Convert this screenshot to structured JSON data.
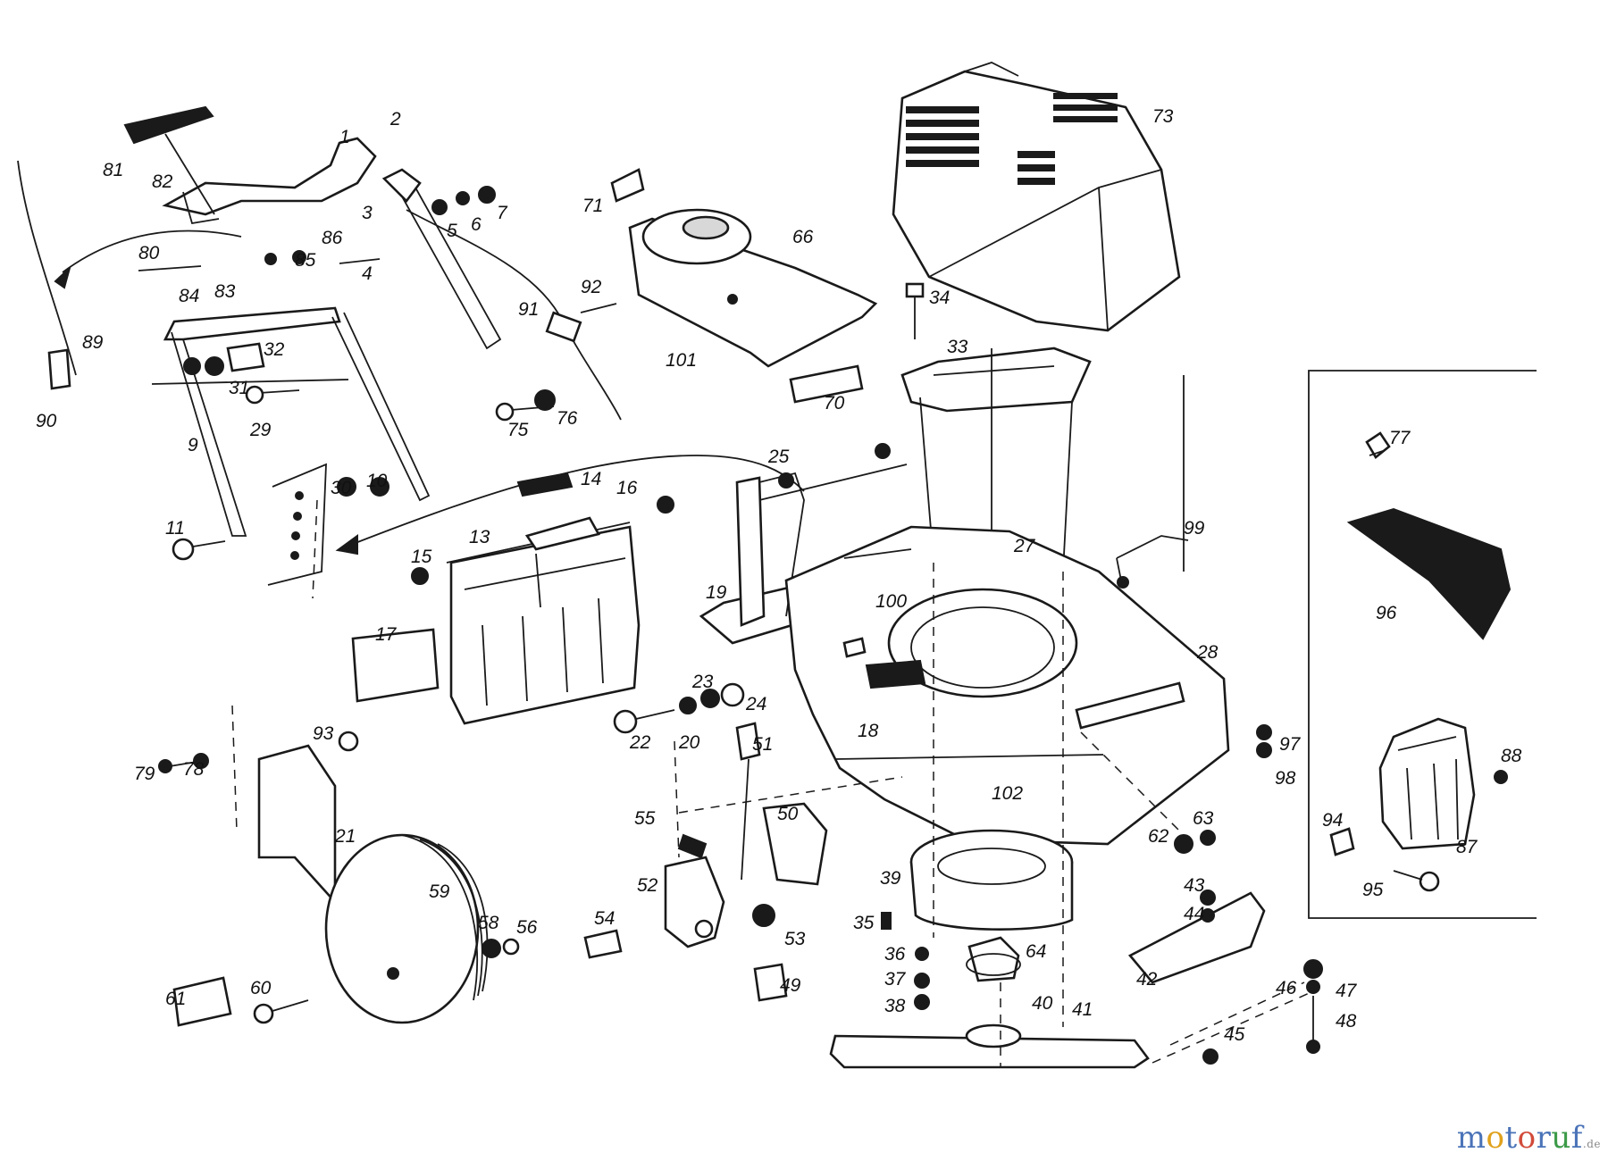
{
  "diagram": {
    "part_labels": [
      "1",
      "2",
      "3",
      "4",
      "5",
      "6",
      "7",
      "9",
      "10",
      "11",
      "13",
      "14",
      "15",
      "16",
      "17",
      "18",
      "19",
      "20",
      "21",
      "22",
      "23",
      "24",
      "25",
      "27",
      "28",
      "29",
      "30",
      "31",
      "32",
      "33",
      "34",
      "35",
      "36",
      "37",
      "38",
      "39",
      "40",
      "41",
      "42",
      "43",
      "44",
      "45",
      "46",
      "47",
      "48",
      "49",
      "50",
      "51",
      "52",
      "53",
      "54",
      "55",
      "56",
      "58",
      "59",
      "60",
      "61",
      "62",
      "63",
      "64",
      "66",
      "70",
      "71",
      "73",
      "75",
      "76",
      "77",
      "78",
      "79",
      "80",
      "81",
      "82",
      "83",
      "84",
      "85",
      "86",
      "87",
      "88",
      "89",
      "90",
      "91",
      "92",
      "93",
      "94",
      "95",
      "96",
      "97",
      "98",
      "99",
      "100",
      "101",
      "102"
    ]
  },
  "watermark": {
    "letters": [
      {
        "ch": "m",
        "color": "#4a73b8"
      },
      {
        "ch": "o",
        "color": "#e0a11b"
      },
      {
        "ch": "t",
        "color": "#4a73b8"
      },
      {
        "ch": "o",
        "color": "#d24b3a"
      },
      {
        "ch": "r",
        "color": "#4a73b8"
      },
      {
        "ch": "u",
        "color": "#3c9a48"
      },
      {
        "ch": "f",
        "color": "#4a73b8"
      }
    ],
    "suffix": ".de"
  }
}
